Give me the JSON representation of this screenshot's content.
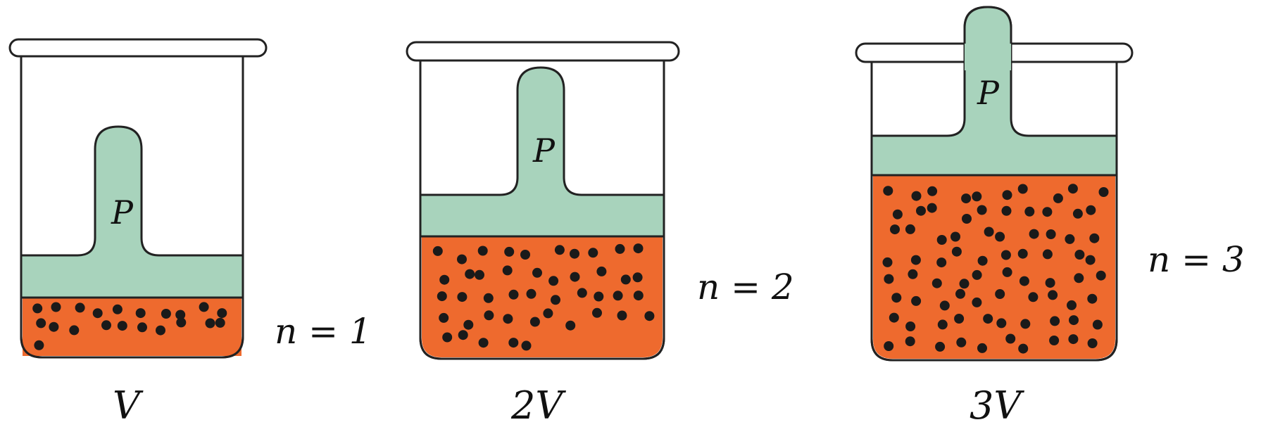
{
  "colors": {
    "gas": "#ee6a2e",
    "piston": "#a8d3bc",
    "outline": "#222222",
    "particle": "#1a1a1a"
  },
  "beakers": [
    {
      "piston_label": "P",
      "moles_label": "n = 1",
      "volume_label": "V",
      "particles": 21
    },
    {
      "piston_label": "P",
      "moles_label": "n = 2",
      "volume_label": "2V",
      "particles": 45
    },
    {
      "piston_label": "P",
      "moles_label": "n = 3",
      "volume_label": "3V",
      "particles": 80
    }
  ]
}
